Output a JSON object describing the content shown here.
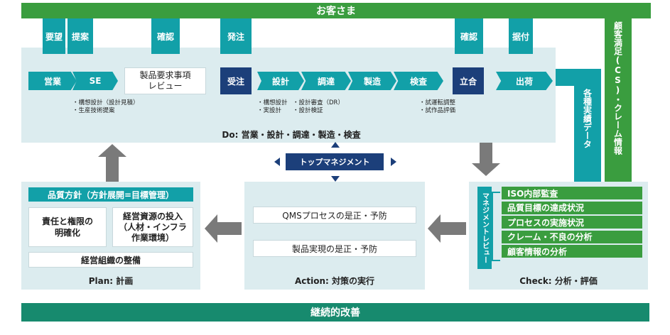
{
  "top_bar": "お客さま",
  "bottom_bar": "継続的改善",
  "tabs": {
    "youbou": "要望",
    "teian": "提案",
    "kakunin1": "確認",
    "hacchu": "発注",
    "kakunin2": "確認",
    "suetsuke": "据付"
  },
  "right_green_vertical": "顧客満足(CS)・クレーム情報",
  "right_teal_vertical": "各種実績データ",
  "do_panel": {
    "title": "Do: 営業・設計・調達・製造・検査",
    "eigyou": "営業",
    "se": "SE",
    "review_line1": "製品要求事項",
    "review_line2": "レビュー",
    "juchu": "受注",
    "sekkei": "設計",
    "choutatsu": "調達",
    "seizou": "製造",
    "kensa": "検査",
    "tachiai": "立合",
    "shukka": "出荷",
    "note_se_1": "・構想設計（設計見積）",
    "note_se_2": "・生産技術提案",
    "note_sekkei_1": "・構想設計",
    "note_sekkei_2": "・実設計",
    "note_sekkei_3": "・設計審査（DR）",
    "note_sekkei_4": "・設計検証",
    "note_kensa_1": "・試運転調整",
    "note_kensa_2": "・試作品評価"
  },
  "top_management": "トップマネジメント",
  "plan_panel": {
    "title": "Plan: 計画",
    "header": "品質方針（方針展開=目標管理）",
    "box1_line1": "責任と権限の",
    "box1_line2": "明確化",
    "box2_line1": "経営資源の投入",
    "box2_line2": "（人材・インフラ",
    "box2_line3": "作業環境）",
    "box3": "経営組織の整備"
  },
  "action_panel": {
    "title": "Action: 対策の実行",
    "item1": "QMSプロセスの是正・予防",
    "item2": "製品実現の是正・予防"
  },
  "check_panel": {
    "title": "Check: 分析・評価",
    "vertical_label": "マネジメントレビュー",
    "items": [
      "ISO内部監査",
      "品質目標の達成状況",
      "プロセスの実施状況",
      "クレーム・不良の分析",
      "顧客情報の分析"
    ]
  }
}
